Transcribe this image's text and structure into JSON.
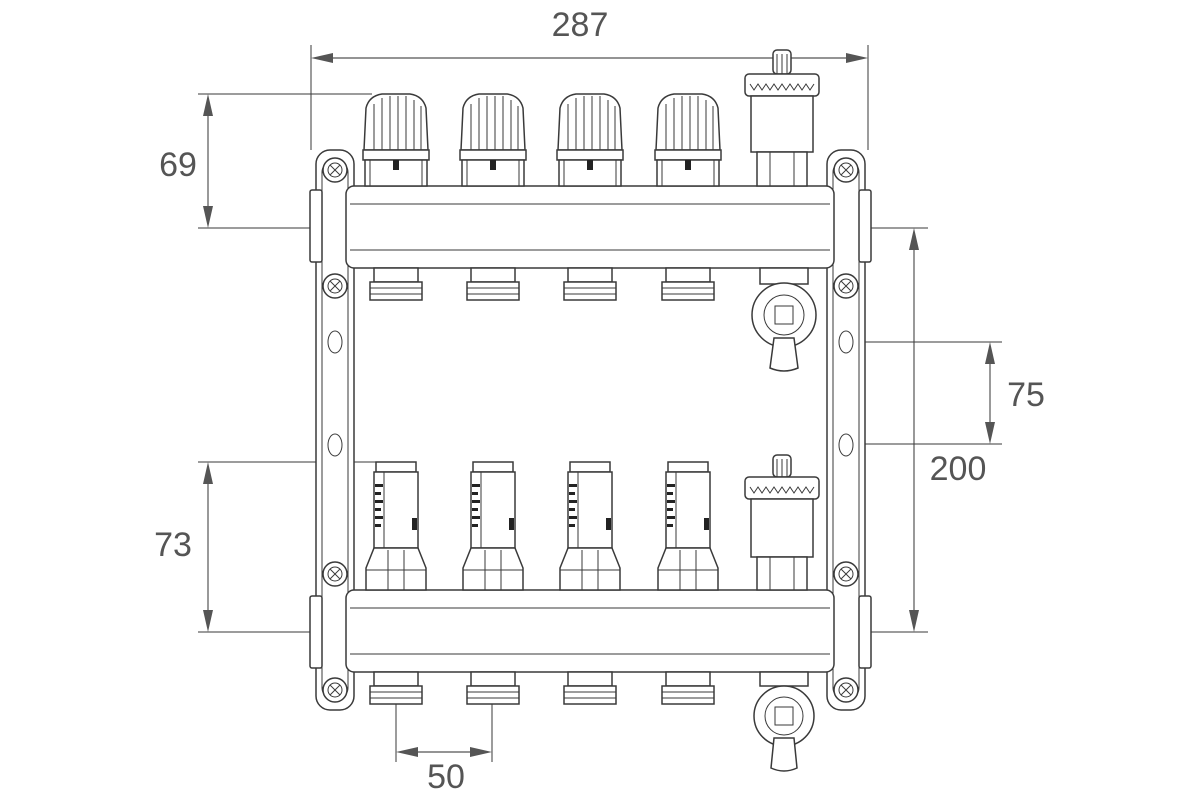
{
  "dimensions": {
    "overall_width": "287",
    "top_height": "69",
    "bottom_height": "73",
    "bracket_spacing": "75",
    "bar_spacing": "200",
    "outlet_spacing": "50"
  }
}
